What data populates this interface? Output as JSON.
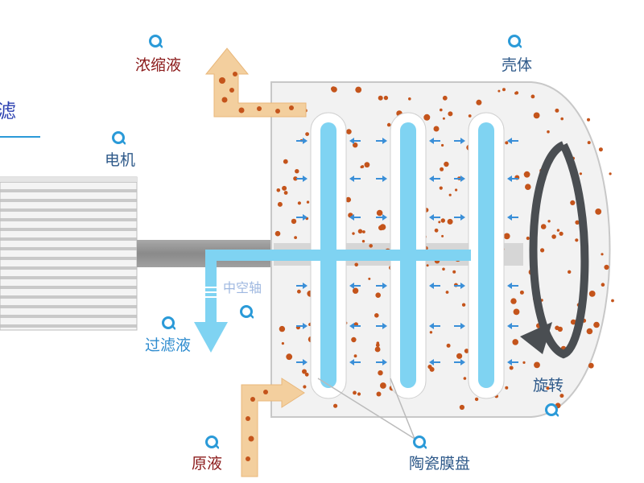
{
  "labels": {
    "concentrate": "浓缩液",
    "shell": "壳体",
    "motor": "电机",
    "hollow_shaft": "中空轴",
    "filtrate": "过滤液",
    "rotation": "旋转",
    "raw_liquid": "原液",
    "ceramic_disc": "陶瓷膜盘",
    "partial_title": "滤"
  },
  "colors": {
    "concentrate_text": "#8b1a1a",
    "label_text": "#2f5a8a",
    "filtrate_blue": "#7fd3f2",
    "arrow_blue": "#3a8fd8",
    "particle": "#c4541b",
    "shell_fill": "#f2f2f2",
    "shell_stroke": "#c8c8c8",
    "title_blue": "#2a3fb0"
  },
  "icons": [
    "location-pin-icon",
    "rotation-arrow-icon",
    "flow-arrow-icon"
  ]
}
